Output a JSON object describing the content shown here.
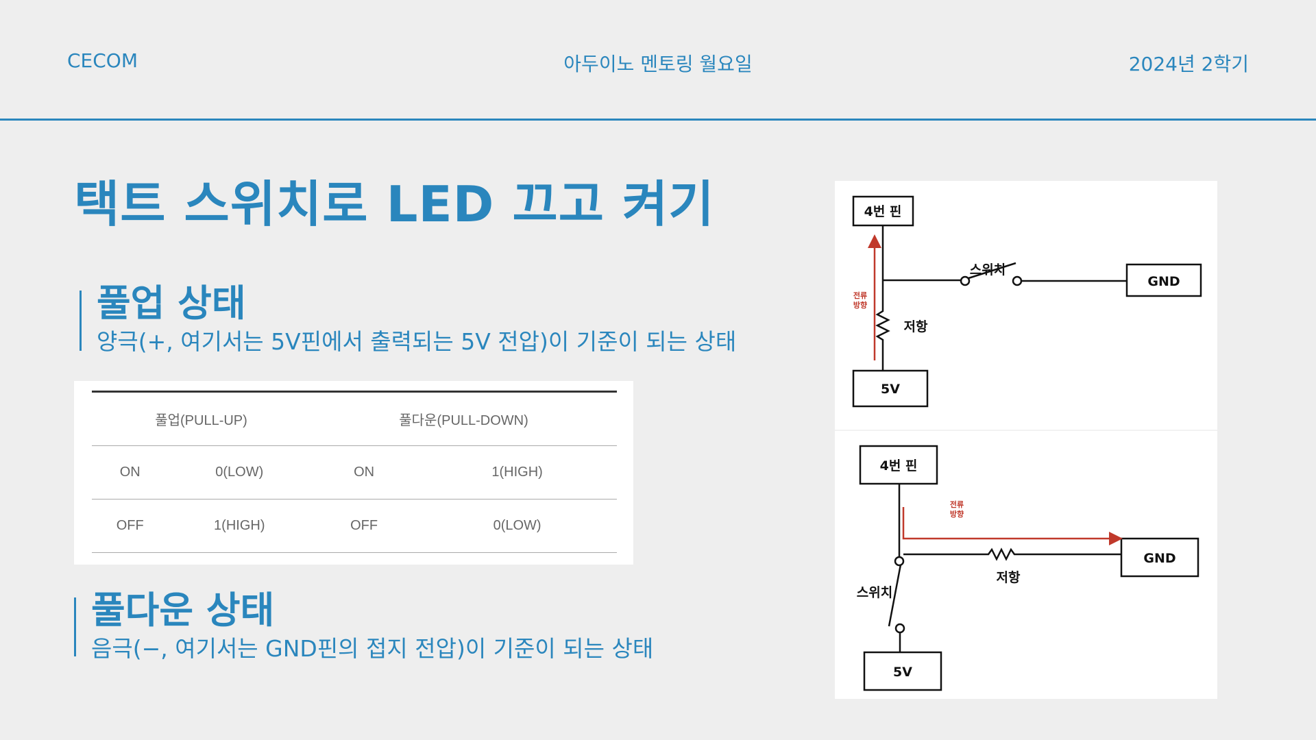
{
  "header": {
    "left": "CECOM",
    "center": "아두이노 멘토링 월요일",
    "right": "2024년 2학기"
  },
  "slide": {
    "title": "택트 스위치로 LED 끄고 켜기",
    "pullup": {
      "heading": "풀업 상태",
      "desc": "양극(+, 여기서는 5V핀에서 출력되는 5V 전압)이 기준이 되는 상태"
    },
    "pulldown": {
      "heading": "풀다운 상태",
      "desc": "음극(−, 여기서는 GND핀의 접지 전압)이 기준이 되는 상태"
    }
  },
  "table": {
    "headers": [
      "풀업(PULL-UP)",
      "풀다운(PULL-DOWN)"
    ],
    "rows": [
      [
        "ON",
        "0(LOW)",
        "ON",
        "1(HIGH)"
      ],
      [
        "OFF",
        "1(HIGH)",
        "OFF",
        "0(LOW)"
      ]
    ]
  },
  "diagram_top": {
    "pin": "4번 핀",
    "switch": "스위치",
    "gnd": "GND",
    "current_line1": "전류",
    "current_line2": "방향",
    "resistor": "저항",
    "source": "5V"
  },
  "diagram_bottom": {
    "pin": "4번 핀",
    "current_line1": "전류",
    "current_line2": "방향",
    "gnd": "GND",
    "resistor": "저항",
    "switch": "스위치",
    "source": "5V"
  },
  "colors": {
    "accent": "#2a86bd",
    "current_arrow": "#c0392b"
  }
}
